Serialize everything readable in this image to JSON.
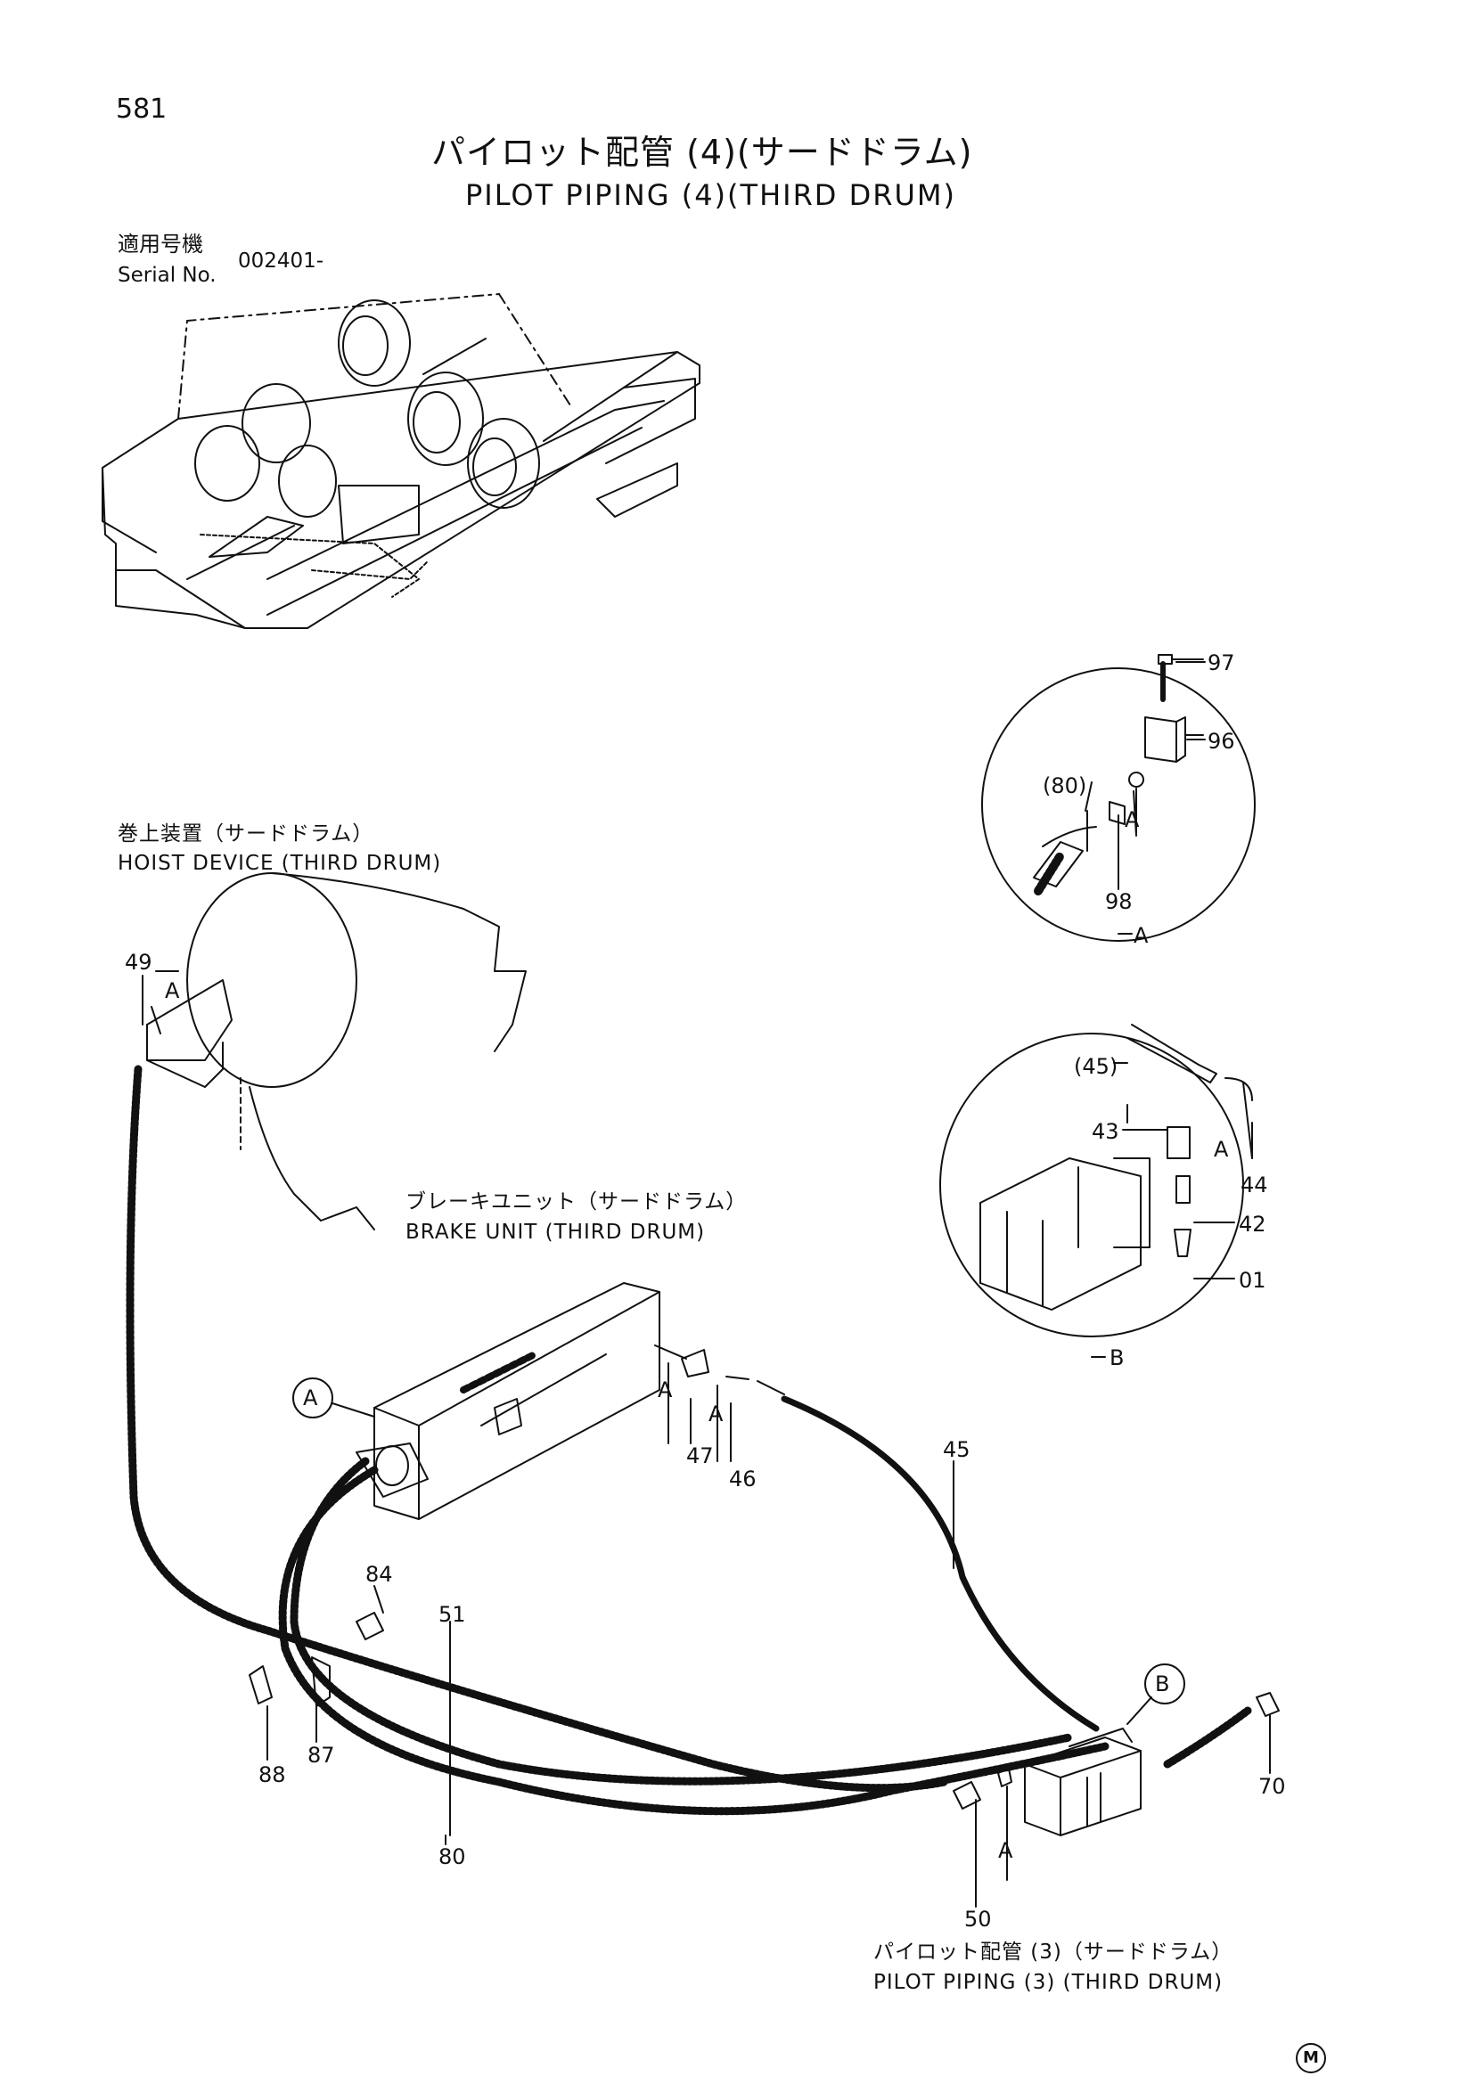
{
  "page_number": "581",
  "title": {
    "jp": "パイロット配管 (4)(サードドラム)",
    "en": "PILOT PIPING (4)(THIRD DRUM)"
  },
  "serial": {
    "label_jp": "適用号機",
    "label_en": "Serial No.",
    "value": "002401-"
  },
  "labels": {
    "hoist_jp": "巻上装置（サードドラム）",
    "hoist_en": "HOIST DEVICE (THIRD DRUM)",
    "brake_jp": "ブレーキユニット（サードドラム）",
    "brake_en": "BRAKE UNIT (THIRD DRUM)",
    "pilot3_jp": "パイロット配管 (3)（サードドラム）",
    "pilot3_en": "PILOT PIPING (3)  (THIRD DRUM)"
  },
  "callouts": {
    "p97": "97",
    "p96": "96",
    "p80": "(80)",
    "p98": "98",
    "detA": "A",
    "p45ref": "(45)",
    "p43": "43",
    "p44": "44",
    "p42": "42",
    "p01": "01",
    "detB": "B",
    "p49": "49",
    "p47": "47",
    "p46": "46",
    "p45": "45",
    "p84": "84",
    "p51": "51",
    "p87": "87",
    "p88": "88",
    "p80b": "80",
    "p50": "50",
    "p70": "70",
    "circleA": "A",
    "circleB": "B",
    "a1": "A",
    "a2": "A",
    "a3": "A",
    "a4": "A",
    "a5": "A",
    "a6": "A"
  },
  "mark": "M"
}
